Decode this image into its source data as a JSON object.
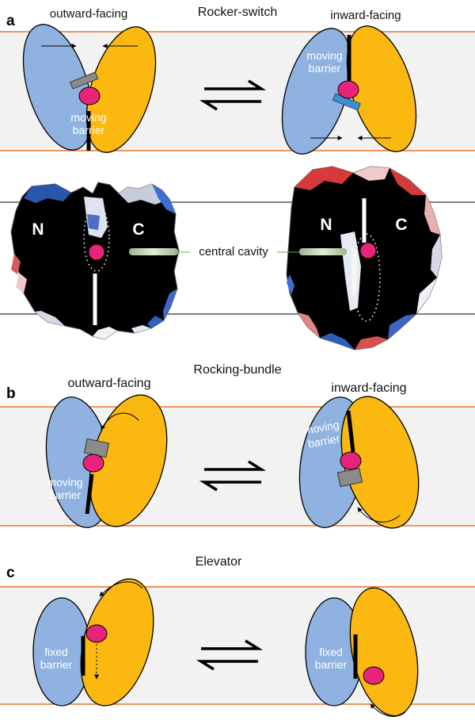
{
  "panels": {
    "a": {
      "letter": "a",
      "title": "Rocker-switch",
      "left_state": "outward-facing",
      "right_state": "inward-facing",
      "left_barrier": [
        "moving",
        "barrier"
      ],
      "right_barrier": [
        "moving",
        "barrier"
      ],
      "domain_n": "N",
      "domain_c": "C",
      "cavity_label": "central cavity"
    },
    "b": {
      "letter": "b",
      "title": "Rocking-bundle",
      "left_state": "outward-facing",
      "right_state": "inward-facing",
      "left_barrier": [
        "moving",
        "barrier"
      ],
      "right_barrier": [
        "moving",
        "barrier"
      ]
    },
    "c": {
      "letter": "c",
      "title": "Elevator",
      "left_barrier": [
        "fixed",
        "barrier"
      ],
      "right_barrier": [
        "fixed",
        "barrier"
      ]
    }
  },
  "colors": {
    "membrane": "#f2f2f2",
    "membrane_line": "#e8742c",
    "n_domain": "#8fb2e0",
    "c_domain": "#fbb811",
    "substrate": "#e8247a",
    "gate_blue": "#3f8fd0",
    "gate_gray": "#8b8b8b",
    "surface_body": "#000000",
    "cavity_line": "#6aa84f"
  }
}
